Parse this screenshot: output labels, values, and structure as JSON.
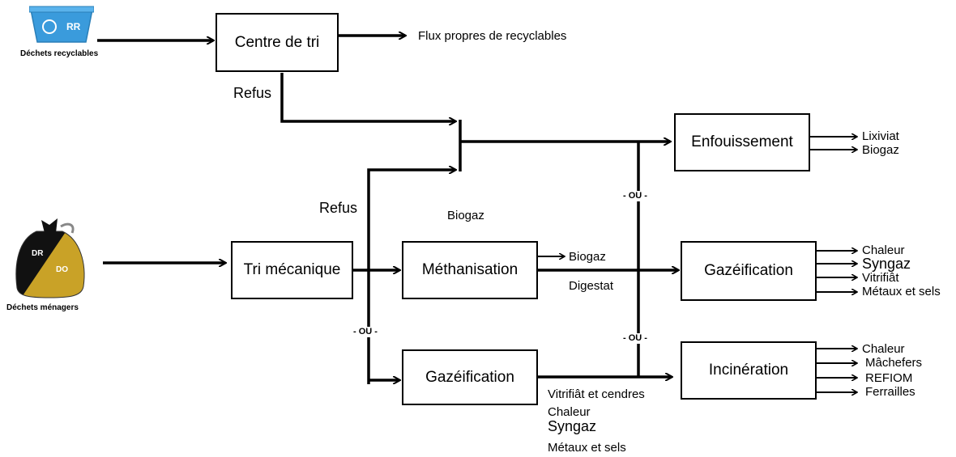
{
  "boxes": {
    "centre_tri": "Centre de tri",
    "tri_mecanique": "Tri mécanique",
    "methanisation": "Méthanisation",
    "gazeification_left": "Gazéification",
    "enfouissement": "Enfouissement",
    "gazeification_right": "Gazéification",
    "incineration": "Incinération"
  },
  "sources": {
    "recyclables_label": "Déchets recyclables",
    "recyclables_bin_text": "RR",
    "menagers_label": "Déchets ménagers",
    "bag_left_text": "DR",
    "bag_right_text": "DO"
  },
  "labels": {
    "flux_propres": "Flux propres de recyclables",
    "refus_top": "Refus",
    "refus_left": "Refus",
    "biogaz_floating": "Biogaz",
    "biogaz_meth": "Biogaz",
    "digestat": "Digestat",
    "ou_upper": "- OU -",
    "ou_middle": "- OU -",
    "ou_left": "- OU -",
    "gaz_left_out1": "Vitrifiât et cendres",
    "gaz_left_out2": "Chaleur",
    "gaz_left_out3": "Syngaz",
    "gaz_left_out4": "Métaux et sels"
  },
  "outputs": {
    "enfouissement": [
      "Lixiviat",
      "Biogaz"
    ],
    "gazeification": [
      "Chaleur",
      "Syngaz",
      "Vitrifiât",
      "Métaux et sels"
    ],
    "incineration": [
      "Chaleur",
      "Mâchefers",
      "REFIOM",
      "Ferrailles"
    ]
  },
  "colors": {
    "line": "#000000",
    "bin_blue": "#3a9bdc",
    "bag_black": "#111111",
    "bag_gold": "#c9a227"
  }
}
